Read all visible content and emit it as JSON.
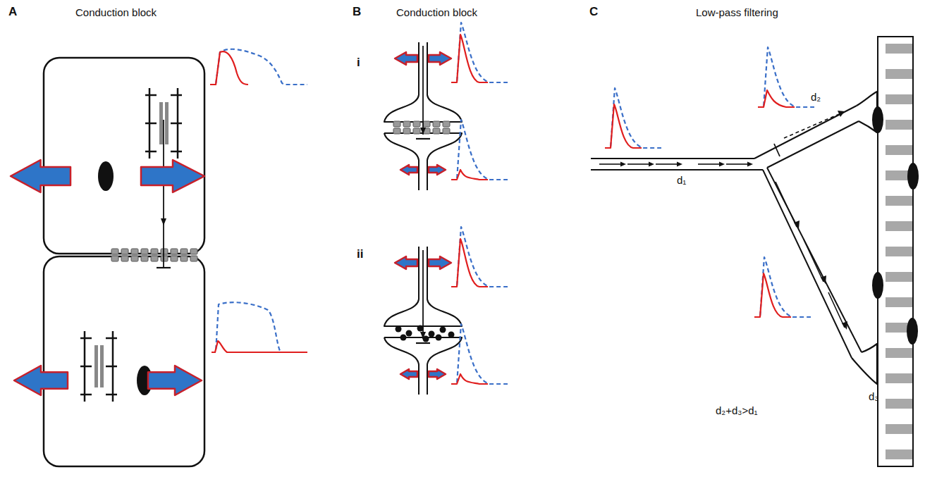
{
  "diagram": {
    "labels": [
      "A",
      "Conduction block",
      "B",
      "Conduction block",
      "i",
      "ii",
      "C",
      "Low-pass filtering",
      "d₁",
      "d₂",
      "d₃",
      "d₂+d₃>d₁"
    ]
  }
}
